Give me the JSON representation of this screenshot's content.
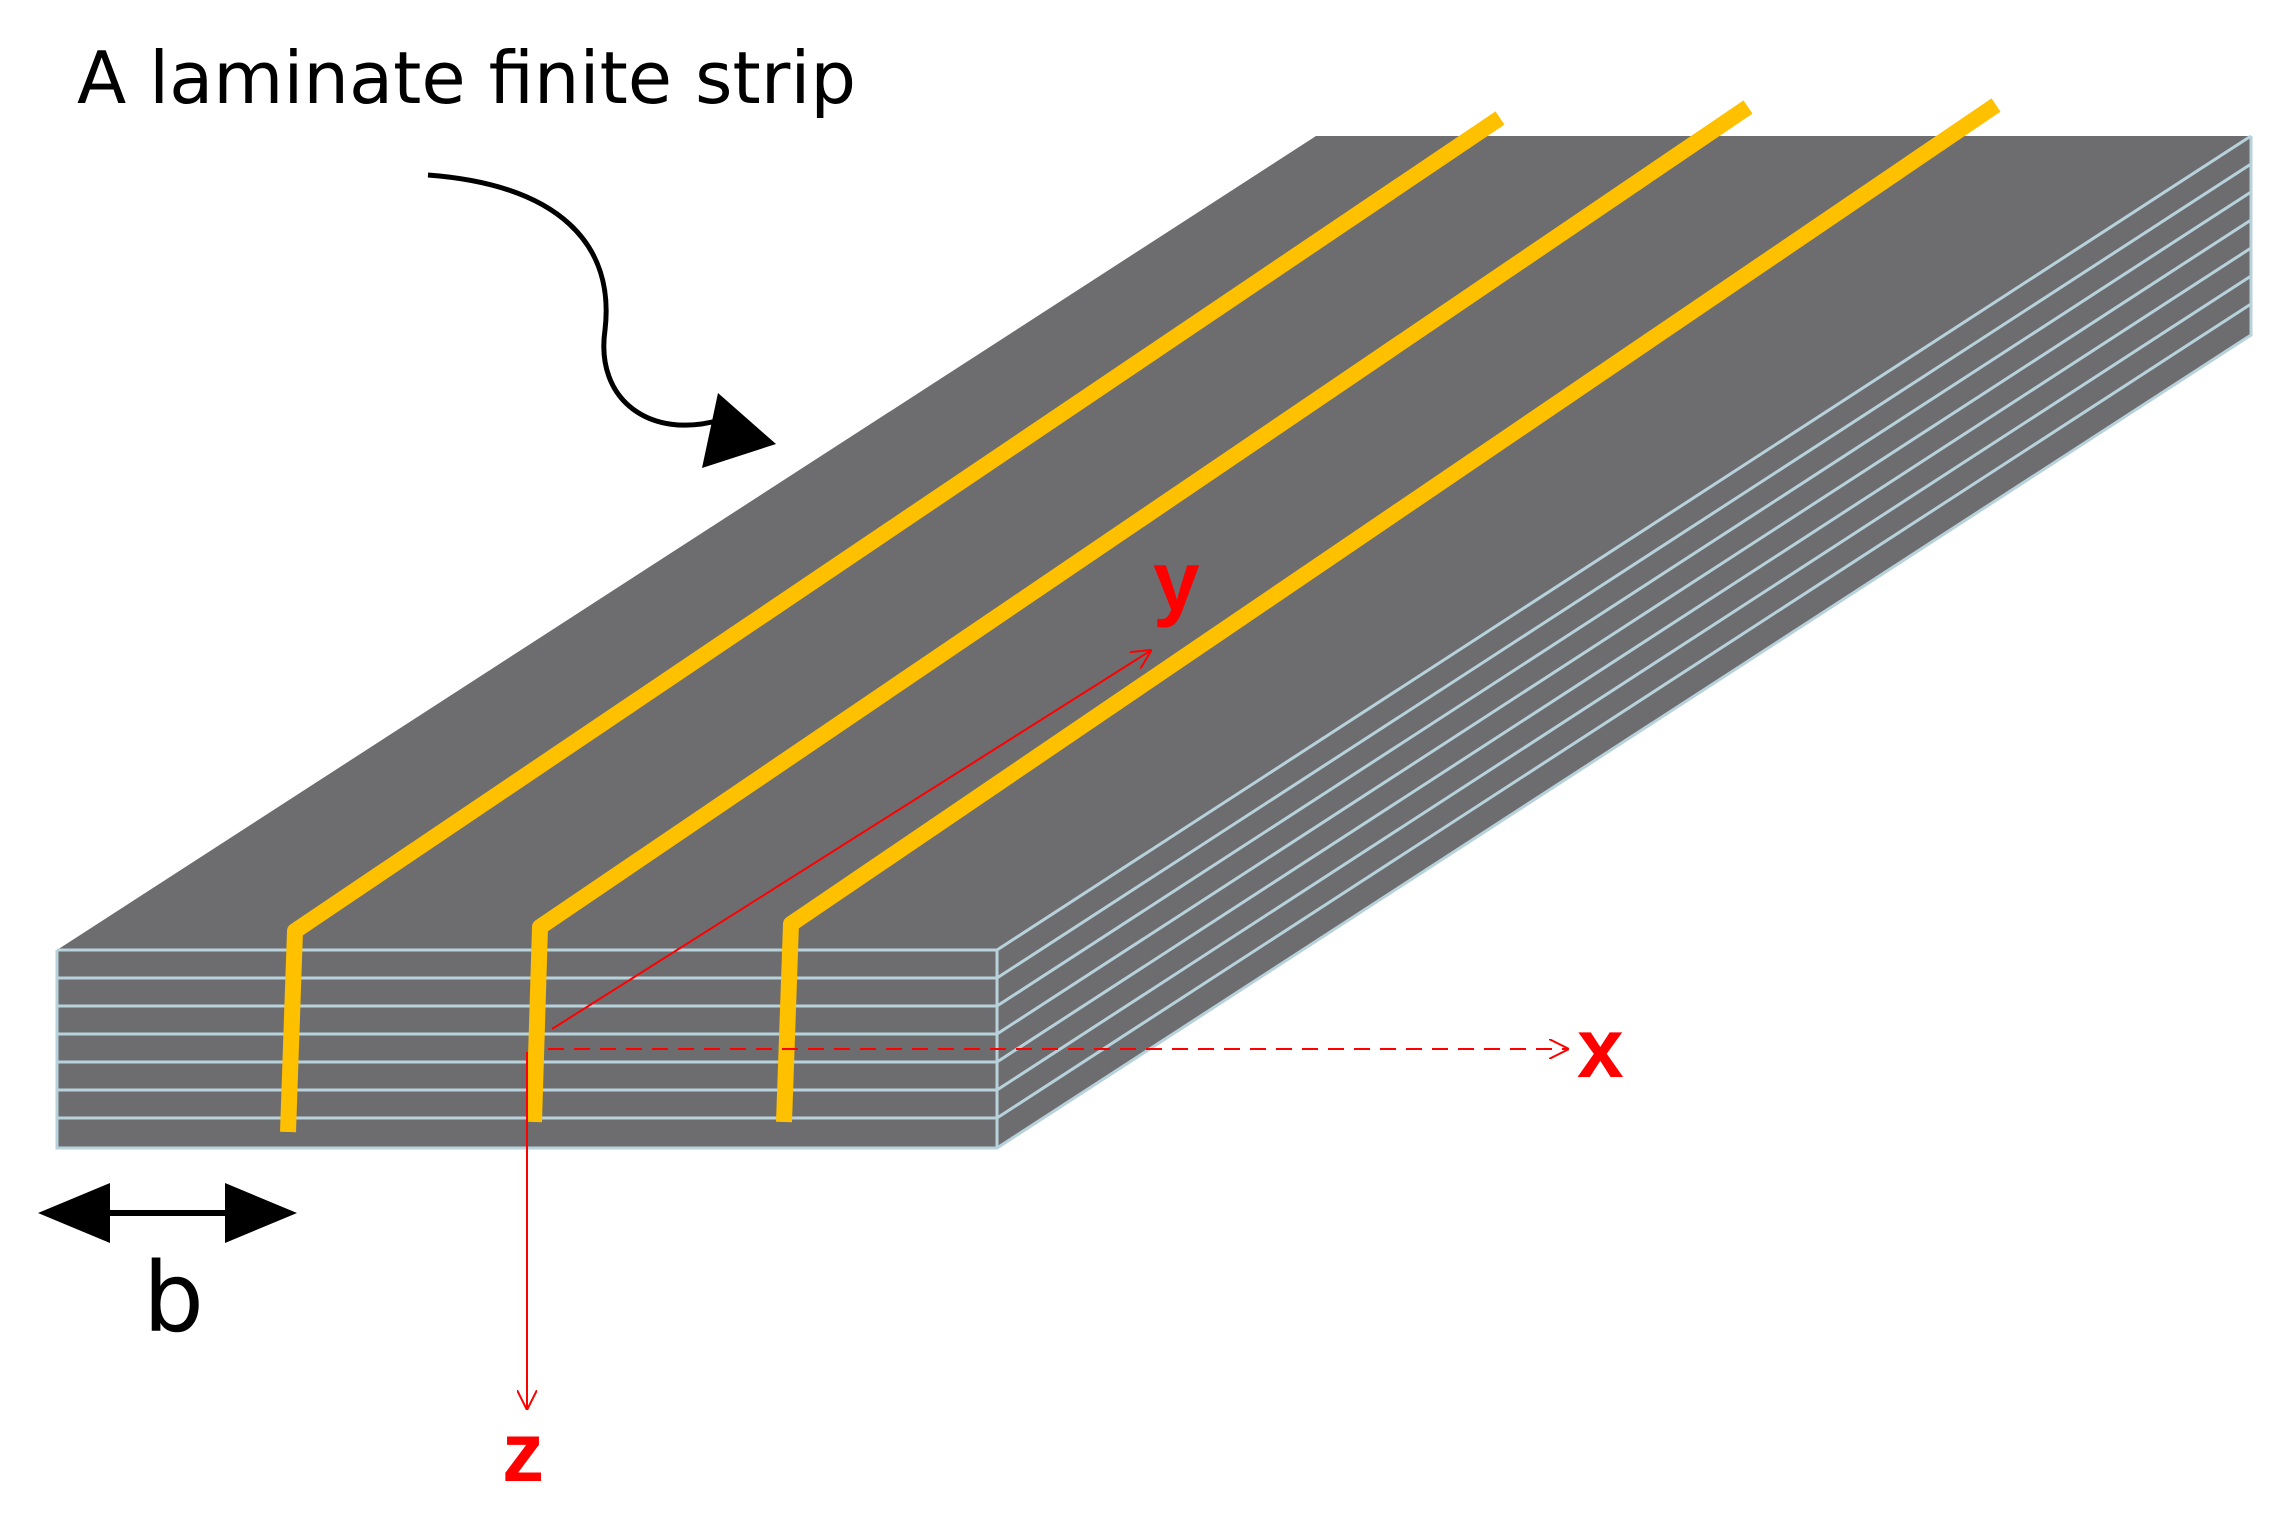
{
  "caption": "A laminate finite strip",
  "dimension_label": "b",
  "axes": {
    "x": "x",
    "y": "y",
    "z": "z"
  },
  "colors": {
    "top_face": "#6d6d70",
    "front_face": "#6d6d70",
    "side_face": "#6d6d70",
    "layer_lines": "#b8d2dc",
    "nodal_lines": "#ffc000",
    "axes": "#ff0000",
    "annotation": "#000000"
  },
  "strip": {
    "nodal_line_count": 3,
    "ply_interface_count": 6
  }
}
